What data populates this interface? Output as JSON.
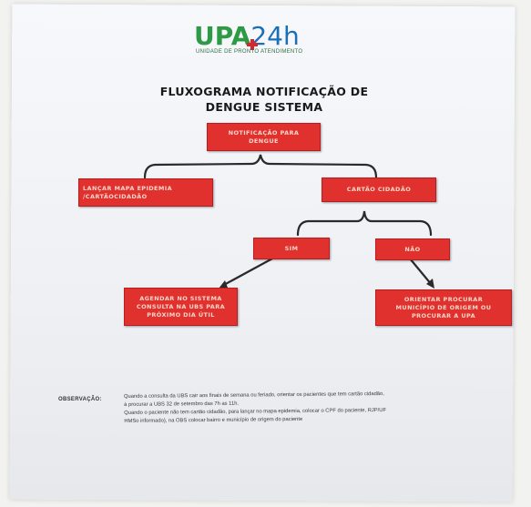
{
  "logo": {
    "brand_upa": "UPA",
    "brand_24h": "24h",
    "subtitle": "UNIDADE DE PRONTO ATENDIMENTO"
  },
  "title": {
    "line1": "FLUXOGRAMA NOTIFICAÇÃO DE",
    "line2": "DENGUE SISTEMA"
  },
  "flowchart": {
    "notificacao": {
      "line1": "NOTIFICAÇÃO PARA",
      "line2": "DENGUE"
    },
    "lancar": {
      "line1": "LANÇAR MAPA EPIDEMIA",
      "line2": "/CARTÃOCIDADÃO"
    },
    "cartao": "CARTÃO CIDADÃO",
    "sim": "SIM",
    "nao": "NÃO",
    "agendar": {
      "line1": "AGENDAR NO SISTEMA",
      "line2": "CONSULTA NA UBS PARA",
      "line3": "PRÓXIMO DIA ÚTIL"
    },
    "orientar": {
      "line1": "ORIENTAR PROCURAR",
      "line2": "MUNICÍPIO DE ORIGEM OU",
      "line3": "PROCURAR A UPA"
    }
  },
  "observacao": {
    "label": "OBSERVAÇÃO:",
    "lines": [
      "Quando a consulta da UBS cair aos finais de semana ou feriado, orientar os pacientes que tem cartão cidadão,",
      "à procurar a UBS 32 de setembro das 7h as 11h.",
      "Quando o paciente não tem cartão cidadão, para lançar no mapa epidemia, colocar o CPF do paciente, RJP/UF",
      "HMSo informado), na OBS colocar bairro e município de origem do paciente"
    ]
  },
  "colors": {
    "box_fill": "#e0312f",
    "box_text": "#f7d6c8",
    "logo_green": "#2f9a45",
    "logo_blue": "#1b6fb5"
  }
}
